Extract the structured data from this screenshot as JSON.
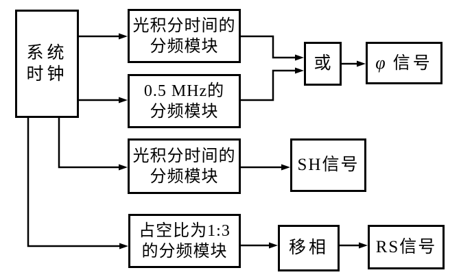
{
  "diagram": {
    "background_color": "#ffffff",
    "line_color": "#000000",
    "nodes": {
      "system_clock": {
        "label": "系统\n时钟"
      },
      "optical_divider_top": {
        "label": "光积分时间的\n分频模块"
      },
      "mhz_divider": {
        "label": "0.5 MHz的\n分频模块"
      },
      "or_gate": {
        "label": "或"
      },
      "phi_signal": {
        "symbol": "φ",
        "label": "信号"
      },
      "optical_divider_mid": {
        "label": "光积分时间的\n分频模块"
      },
      "sh_signal": {
        "label": "SH信号"
      },
      "duty_divider": {
        "label": "占空比为1:3\n的分频模块"
      },
      "phase_shift": {
        "label": "移相"
      },
      "rs_signal": {
        "label": "RS信号"
      }
    }
  }
}
